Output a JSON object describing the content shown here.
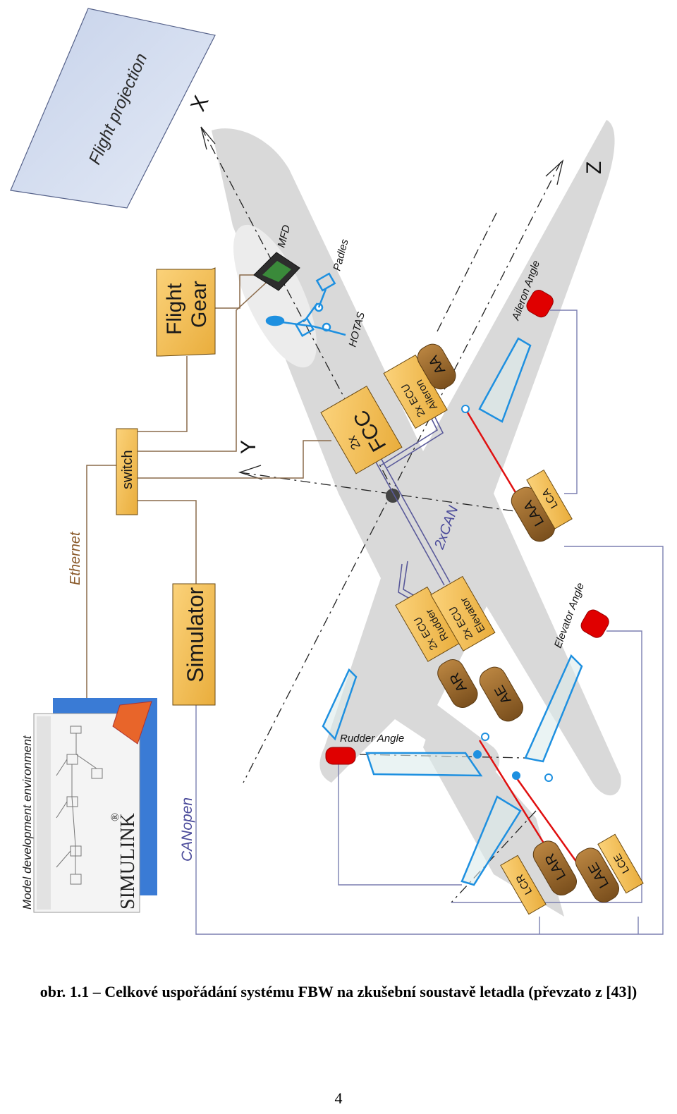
{
  "labels": {
    "flight_projection": "Flight projection",
    "axis_x": "X",
    "axis_y": "Y",
    "axis_z": "Z",
    "mfd": "MFD",
    "padles": "Padles",
    "hotas": "HOTAS",
    "flight_gear_1": "Flight",
    "flight_gear_2": "Gear",
    "switch": "switch",
    "ethernet": "Ethernet",
    "simulator": "Simulator",
    "model_dev_env": "Model development environment",
    "simulink": "SIMULINK",
    "registered": "®",
    "canopen": "CANopen",
    "fcc_1": "2x",
    "fcc_2": "FCC",
    "ecu_aileron_1": "2x ECU",
    "ecu_aileron_2": "Aileron",
    "ecu_rudder_1": "2x ECU",
    "ecu_rudder_2": "Rudder",
    "ecu_elevator_1": "2x ECU",
    "ecu_elevator_2": "Elevator",
    "can2x": "2xCAN",
    "aa": "AA",
    "laa": "LAA",
    "lca": "LCA",
    "ar": "AR",
    "ae": "AE",
    "lar": "LAR",
    "lcr": "LCR",
    "lae": "LAE",
    "lce": "LCE",
    "aileron_angle": "Aileron Angle",
    "elevator_angle": "Elevator Angle",
    "rudder_angle": "Rudder Angle"
  },
  "colors": {
    "box_fill": "#f3c05a",
    "actuator": "#9b6a2e",
    "sensor": "#e00000",
    "surface": "#1e90e0",
    "airframe": "#d9d9d9",
    "can_bus": "#5a5a9a",
    "link_red": "#e01010"
  },
  "caption": "obr.  1.1 – Celkové uspořádání systému FBW na zkušební soustavě letadla (převzato z [43])",
  "page_number": "4"
}
